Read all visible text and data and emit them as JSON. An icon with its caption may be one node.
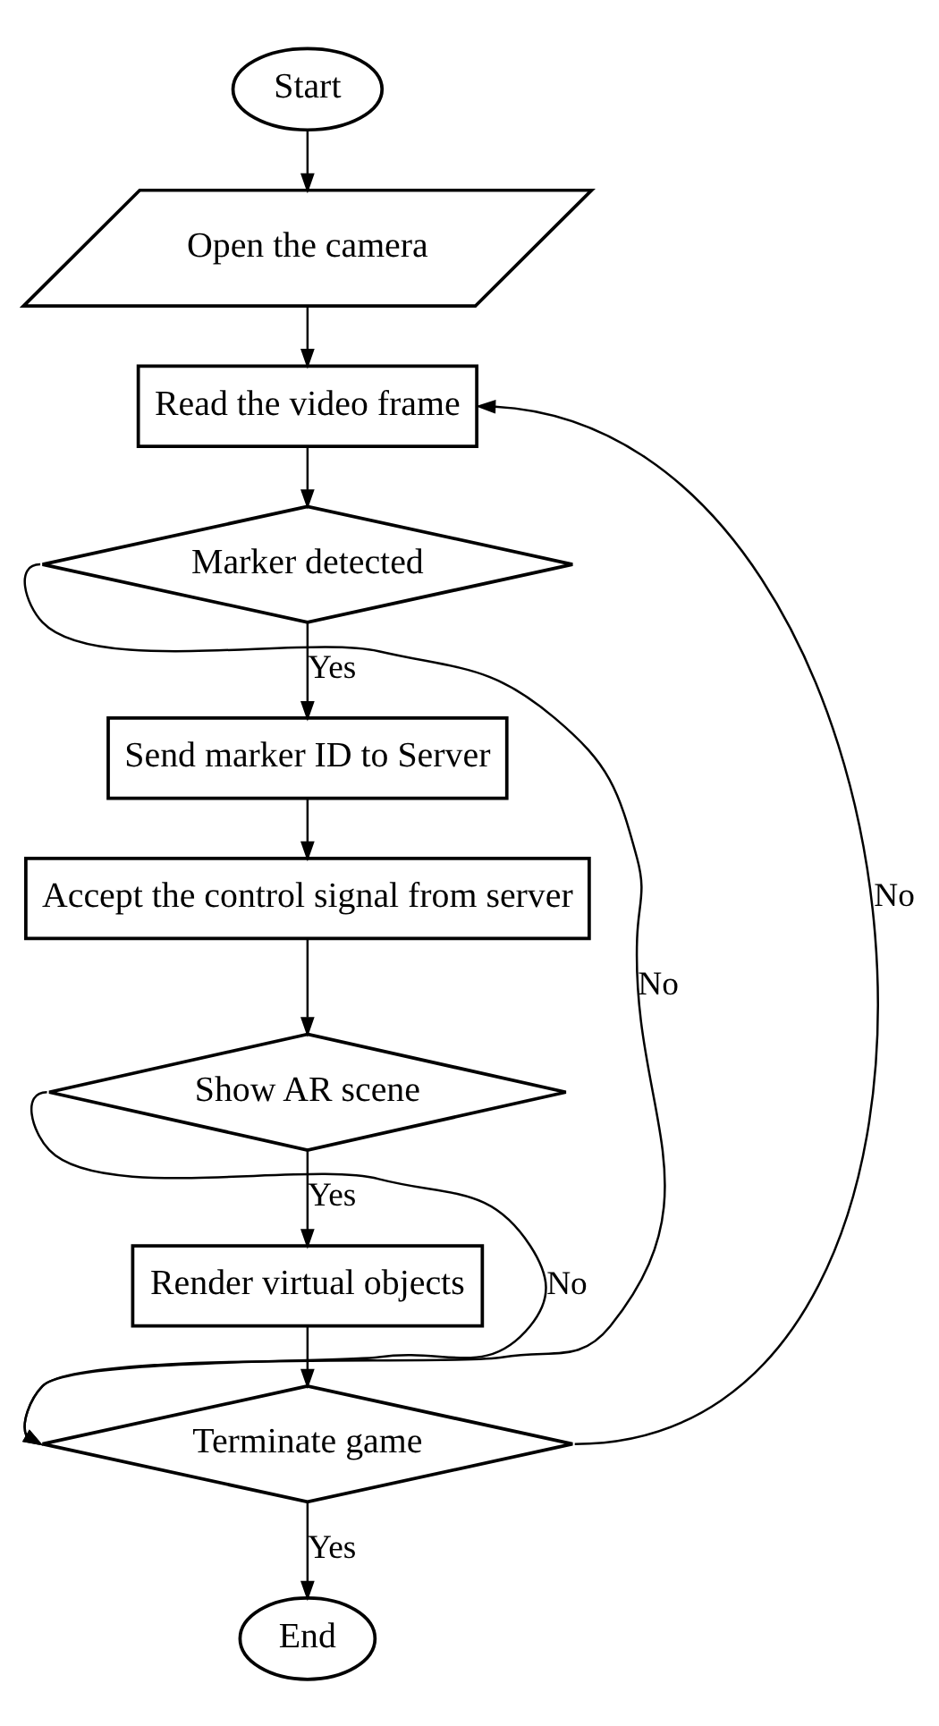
{
  "diagram": {
    "nodes": [
      {
        "text": [
          "Start"
        ]
      },
      {
        "text": [
          "Open the camera"
        ]
      },
      {
        "text": [
          "Read the video frame"
        ]
      },
      {
        "text": [
          "Marker detected"
        ]
      },
      {
        "text": [
          "Send marker ID to Server"
        ]
      },
      {
        "text": [
          "Accept the control signal from server"
        ]
      },
      {
        "text": [
          "Show AR scene"
        ]
      },
      {
        "text": [
          "Render virtual objects"
        ]
      },
      {
        "text": [
          "Terminate game"
        ]
      },
      {
        "text": [
          "End"
        ]
      }
    ],
    "edges": [
      {
        "from": 0,
        "to": 1,
        "arrow": "to"
      },
      {
        "from": 1,
        "to": 2,
        "arrow": "to"
      },
      {
        "from": 2,
        "to": 3,
        "arrow": "to"
      },
      {
        "from": 3,
        "to": 4,
        "arrow": "to",
        "label": "Yes"
      },
      {
        "from": 3,
        "to": 8,
        "arrow": "to",
        "label": "No"
      },
      {
        "from": 4,
        "to": 5,
        "arrow": "to"
      },
      {
        "from": 5,
        "to": 6,
        "arrow": "to"
      },
      {
        "from": 6,
        "to": 7,
        "arrow": "to",
        "label": "Yes"
      },
      {
        "from": 6,
        "to": 8,
        "arrow": "to",
        "label": "No"
      },
      {
        "from": 7,
        "to": 8,
        "arrow": "to"
      },
      {
        "from": 8,
        "to": 2,
        "arrow": "to",
        "label": "No"
      },
      {
        "from": 8,
        "to": 9,
        "arrow": "to",
        "label": "Yes"
      }
    ]
  }
}
